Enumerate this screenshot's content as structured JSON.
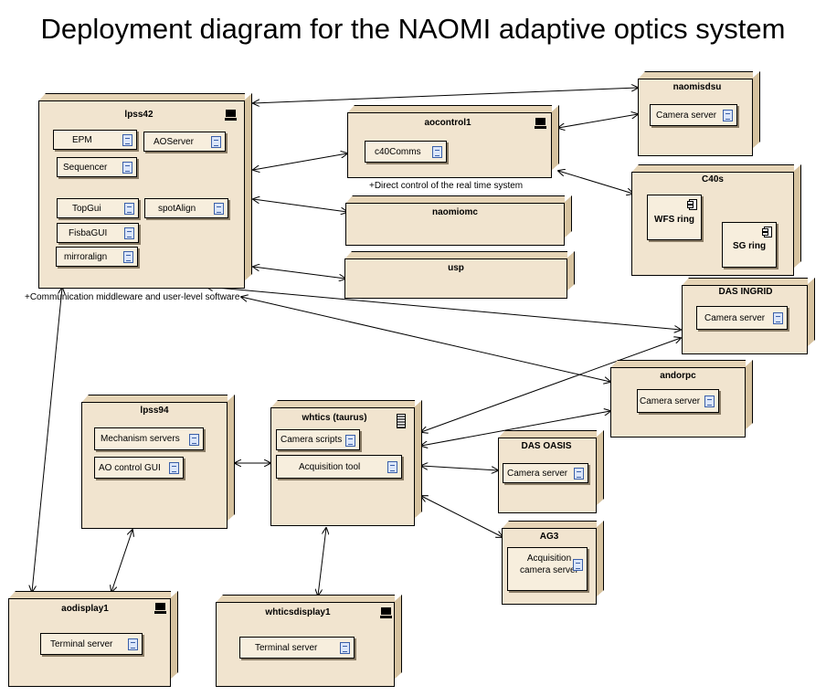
{
  "title": "Deployment diagram for the NAOMI adaptive optics system",
  "nodes": {
    "lpss42": {
      "name": "lpss42",
      "artifacts": [
        "EPM",
        "AOServer",
        "Sequencer",
        "TopGui",
        "spotAlign",
        "FisbaGUI",
        "mirroralign"
      ],
      "icon": "computer-icon"
    },
    "aocontrol1": {
      "name": "aocontrol1",
      "artifacts": [
        "c40Comms"
      ],
      "icon": "computer-icon"
    },
    "naomisdsu": {
      "name": "naomisdsu",
      "artifacts": [
        "Camera server"
      ]
    },
    "c40s": {
      "name": "C40s",
      "components": [
        "WFS ring",
        "SG ring"
      ]
    },
    "naomiomc": {
      "name": "naomiomc"
    },
    "usp": {
      "name": "usp"
    },
    "das_ingrid": {
      "name": "DAS INGRID",
      "artifacts": [
        "Camera server"
      ]
    },
    "andorpc": {
      "name": "andorpc",
      "artifacts": [
        "Camera server"
      ]
    },
    "lpss94": {
      "name": "lpss94",
      "artifacts": [
        "Mechanism servers",
        "AO control GUI"
      ]
    },
    "whtics": {
      "name": "whtics (taurus)",
      "artifacts": [
        "Camera scripts",
        "Acquisition tool"
      ],
      "icon": "server-icon"
    },
    "das_oasis": {
      "name": "DAS OASIS",
      "artifacts": [
        "Camera server"
      ]
    },
    "ag3": {
      "name": "AG3",
      "artifacts": [
        "Acquisition\ncamera server"
      ]
    },
    "aodisplay1": {
      "name": "aodisplay1",
      "artifacts": [
        "Terminal server"
      ],
      "icon": "computer-icon"
    },
    "whticsdisplay1": {
      "name": "whticsdisplay1",
      "artifacts": [
        "Terminal server"
      ],
      "icon": "computer-icon"
    }
  },
  "notes": {
    "aocontrol1": "+Direct control of the real time system",
    "lpss42": "+Communication middleware and user-level software"
  }
}
